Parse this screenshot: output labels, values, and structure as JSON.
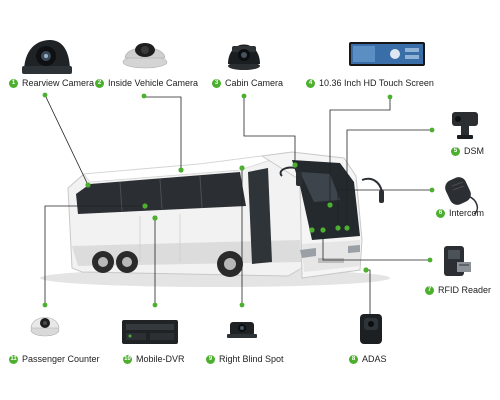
{
  "accent_color": "#4caf2e",
  "devices": [
    {
      "id": "rearview-camera",
      "num": "1",
      "label": "Rearview Camera",
      "icon": "side-camera-icon"
    },
    {
      "id": "inside-vehicle-camera",
      "num": "2",
      "label": "Inside Vehicle Camera",
      "icon": "dome-camera-icon"
    },
    {
      "id": "cabin-camera",
      "num": "3",
      "label": "Cabin Camera",
      "icon": "cabin-camera-icon"
    },
    {
      "id": "touch-screen",
      "num": "4",
      "label": "10.36 Inch HD Touch Screen",
      "icon": "touch-screen-icon"
    },
    {
      "id": "dsm",
      "num": "5",
      "label": "DSM",
      "icon": "dsm-camera-icon"
    },
    {
      "id": "intercom",
      "num": "6",
      "label": "Intercom",
      "icon": "intercom-microphone-icon"
    },
    {
      "id": "rfid-reader",
      "num": "7",
      "label": "RFID Reader",
      "icon": "rfid-reader-icon"
    },
    {
      "id": "adas",
      "num": "8",
      "label": "ADAS",
      "icon": "adas-camera-icon"
    },
    {
      "id": "right-blind-spot",
      "num": "9",
      "label": "Right Blind Spot",
      "icon": "blind-spot-camera-icon"
    },
    {
      "id": "mobile-dvr",
      "num": "10",
      "label": "Mobile-DVR",
      "icon": "mobile-dvr-icon"
    },
    {
      "id": "passenger-counter",
      "num": "11",
      "label": "Passenger Counter",
      "icon": "passenger-counter-icon"
    }
  ]
}
